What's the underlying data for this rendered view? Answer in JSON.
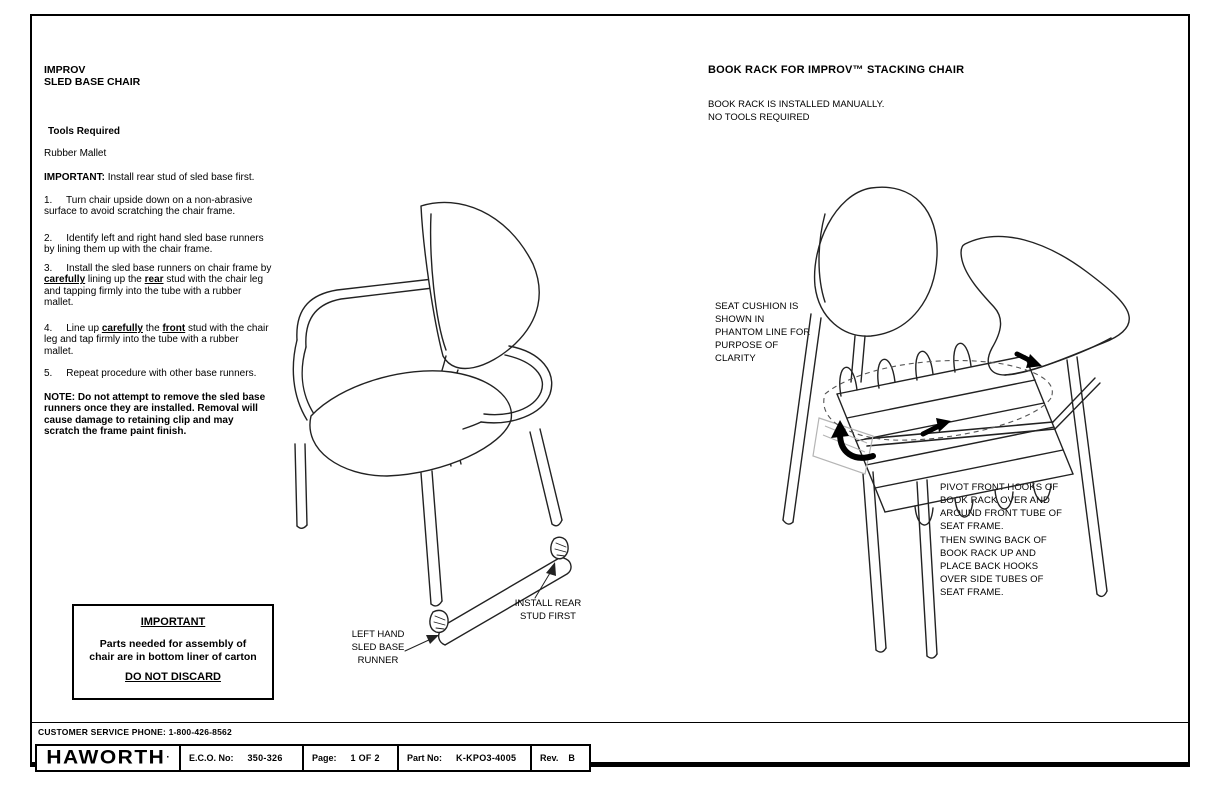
{
  "left": {
    "title": "IMPROV\nSLED BASE CHAIR",
    "tools_heading": "Tools Required",
    "tools_item": "Rubber Mallet",
    "important": {
      "label": "IMPORTANT:",
      "text": " Install rear stud of sled base first."
    },
    "steps": {
      "s1": "1.     Turn chair upside down on a non-abrasive\nsurface to avoid scratching the chair frame.",
      "s2": "2.     Identify left and right hand sled base runners\nby lining them up with the chair frame.",
      "s3": {
        "pre": "3.     Install the sled base runners on chair frame by\n",
        "em1": "carefully",
        "mid1": " lining up the ",
        "em2": "rear",
        "post": " stud with the chair leg\nand tapping firmly into the tube with a rubber\nmallet."
      },
      "s4": {
        "pre": "4.     Line up ",
        "em1": "carefully",
        "mid1": " the ",
        "em2": "front",
        "post": " stud with the chair\nleg and tap firmly into the tube with a rubber\nmallet."
      },
      "s5": "5.     Repeat procedure with other base runners."
    },
    "note": "NOTE: Do not attempt to remove the sled base\nrunners once they are installed. Removal will\ncause damage to retaining clip and may\nscratch the frame paint finish.",
    "important_box": {
      "title": "IMPORTANT",
      "body": "Parts needed for assembly of\nchair are in bottom liner of carton",
      "footer": "DO NOT DISCARD"
    },
    "diagram_labels": {
      "runner": "LEFT HAND\nSLED BASE\nRUNNER",
      "stud": "INSTALL REAR\nSTUD FIRST"
    }
  },
  "right": {
    "heading": "BOOK RACK FOR IMPROV™ STACKING CHAIR",
    "subnote": "BOOK RACK IS INSTALLED MANUALLY.\nNO TOOLS REQUIRED",
    "cushion_note": "SEAT CUSHION IS\nSHOWN IN\nPHANTOM LINE FOR\nPURPOSE OF\nCLARITY",
    "pivot_note": "PIVOT FRONT HOOKS OF\nBOOK RACK OVER AND\nAROUND FRONT TUBE OF\nSEAT FRAME.",
    "swing_note": "THEN SWING BACK OF\nBOOK RACK UP AND\nPLACE BACK HOOKS\nOVER SIDE TUBES OF\nSEAT FRAME."
  },
  "footer": {
    "service_phone": "CUSTOMER SERVICE PHONE: 1-800-426-8562",
    "logo_text": "HAWORTH",
    "logo_mark": "·",
    "eco_label": "E.C.O. No:",
    "eco_value": "350-326",
    "page_label": "Page:",
    "page_value": "1 OF 2",
    "part_label": "Part No:",
    "part_value": "K-KPO3-4005",
    "rev_label": "Rev.",
    "rev_value": "B"
  }
}
